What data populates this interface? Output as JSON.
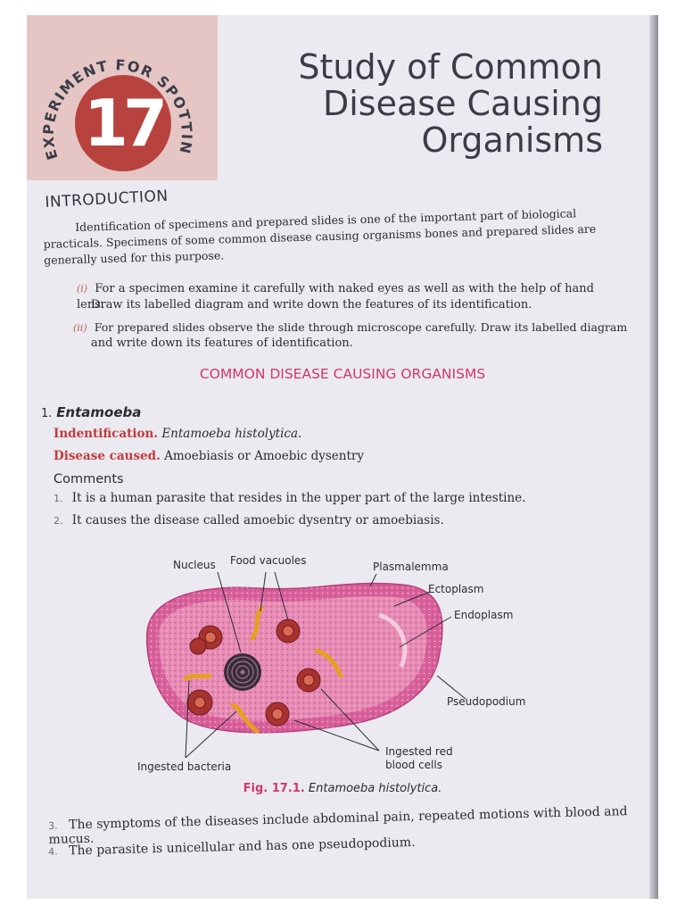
{
  "badge": {
    "arc_text": "EXPERIMENT FOR SPOTTING",
    "number": "17"
  },
  "title": {
    "line1": "Study of Common",
    "line2": "Disease Causing",
    "line3": "Organisms"
  },
  "introduction": {
    "heading": "INTRODUCTION",
    "paragraph": "Identification of specimens and prepared slides is one of the important part of biological practicals. Specimens of some common disease causing organisms bones and prepared slides are generally used for this purpose.",
    "items": [
      {
        "marker": "(i)",
        "text": "For a specimen examine it carefully with naked eyes as well as with the help of hand lens.",
        "text2": "Draw its labelled diagram and write down the features of its identification."
      },
      {
        "marker": "(ii)",
        "text": "For prepared slides observe the slide through microscope carefully. Draw its labelled diagram",
        "text2": "and write down its features of identification."
      }
    ]
  },
  "section_heading": "COMMON DISEASE CAUSING ORGANISMS",
  "organism": {
    "number": "1.",
    "name": "Entamoeba",
    "identification_label": "Indentification.",
    "identification_value": "Entamoeba histolytica.",
    "disease_label": "Disease caused.",
    "disease_value": "Amoebiasis or Amoebic dysentry",
    "comments_heading": "Comments",
    "comments": [
      {
        "n": "1.",
        "text": "It is a human parasite that resides in the upper part of the large intestine."
      },
      {
        "n": "2.",
        "text": "It causes the disease called amoebic dysentry or amoebiasis."
      }
    ],
    "more_comments": [
      {
        "n": "3.",
        "text": "The symptoms of the diseases include abdominal pain, repeated motions with blood and mucus."
      },
      {
        "n": "4.",
        "text": "The parasite is unicellular and has one pseudopodium."
      }
    ]
  },
  "diagram": {
    "labels": {
      "nucleus": "Nucleus",
      "food_vacuoles": "Food vacuoles",
      "plasmalemma": "Plasmalemma",
      "ectoplasm": "Ectoplasm",
      "endoplasm": "Endoplasm",
      "pseudopodium": "Pseudopodium",
      "ingested_bacteria": "Ingested bacteria",
      "ingested_rbc_1": "Ingested red",
      "ingested_rbc_2": "blood cells"
    },
    "colors": {
      "cell_fill": "#d9609a",
      "cell_edge": "#b8407c",
      "endoplasm": "#e78bb5",
      "vacuole": "#a8322f",
      "bacteria": "#e6a020",
      "nucleus": "#3a2c38"
    }
  },
  "caption": {
    "fig": "Fig. 17.1.",
    "name": "Entamoeba histolytica."
  },
  "colors": {
    "accent_pink": "#d23869",
    "badge_red": "#b8433e",
    "label_red": "#c23b3b"
  }
}
